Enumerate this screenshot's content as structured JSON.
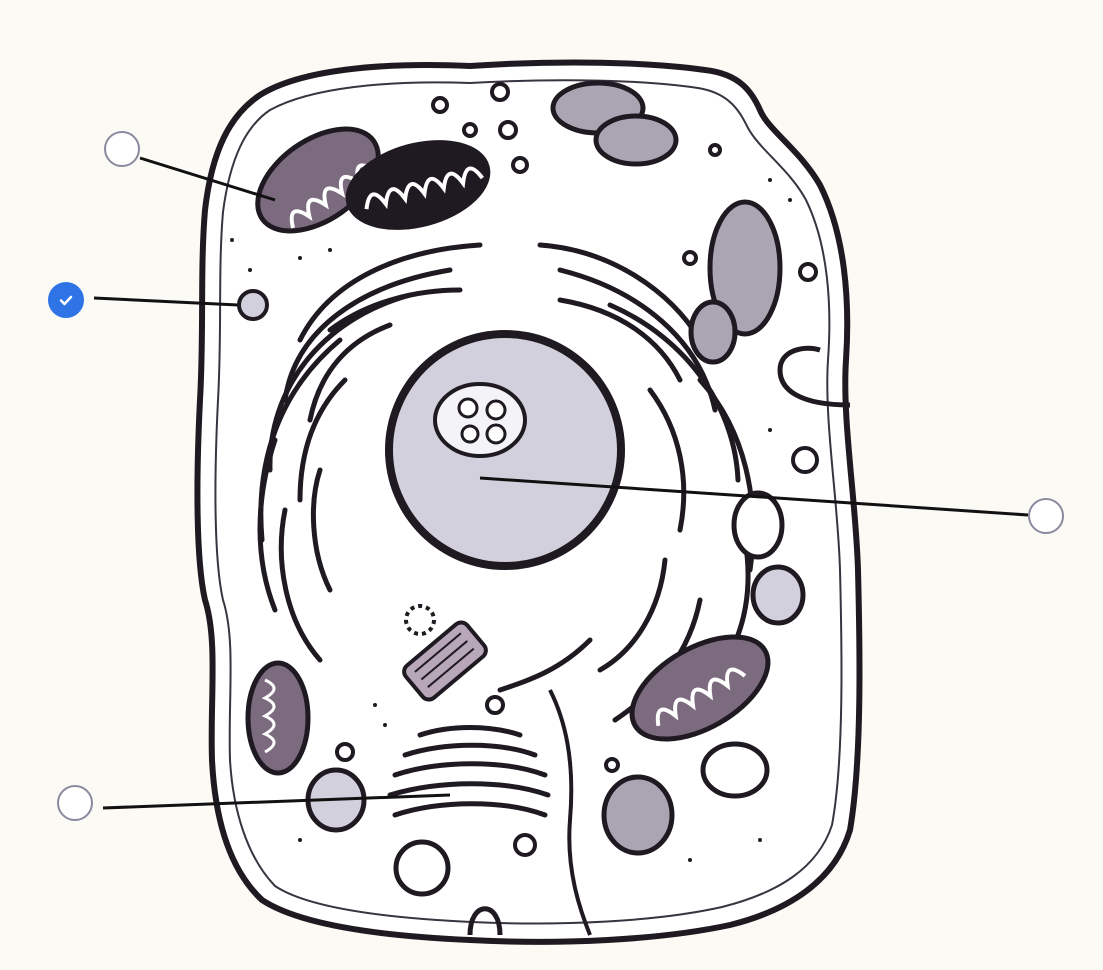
{
  "diagram": {
    "background": "#fbfaf5",
    "outline_color": "#1f1a22",
    "mitochondria_fill": "#7c6a7e",
    "nucleus_fill": "#d2d0dc",
    "vacuole_fill": "#a9a5b2",
    "selected_color": "#2f74e6",
    "unselected_border": "#8a8a9e"
  },
  "label_points": [
    {
      "id": "mitochondrion",
      "selected": false,
      "icon": "radio-empty-icon"
    },
    {
      "id": "vesicle",
      "selected": true,
      "icon": "checkmark-icon"
    },
    {
      "id": "nucleus",
      "selected": false,
      "icon": "radio-empty-icon"
    },
    {
      "id": "golgi",
      "selected": false,
      "icon": "radio-empty-icon"
    }
  ]
}
